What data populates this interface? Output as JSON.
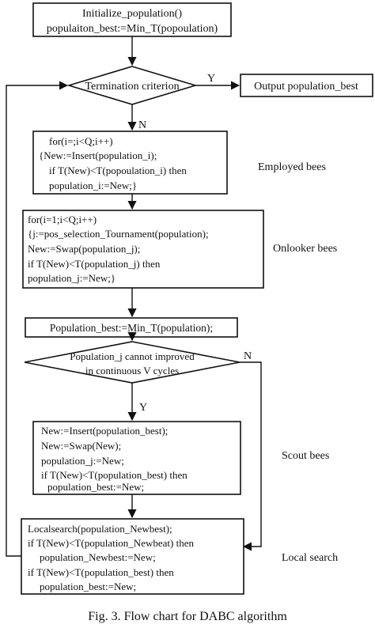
{
  "diagram": {
    "init_box": [
      "Initialize_population()",
      "populaiton_best:=Min_T(popoulation)"
    ],
    "termination_diamond": "Termination criterion",
    "output_box": "Output population_best",
    "label_y_top": "Y",
    "label_n_top": "N",
    "employed_box": [
      "for(i=;i<Q;i++)",
      "{New:=Insert(population_i);",
      "if T(New)<T(popoulation_i) then",
      "population_i:=New;}"
    ],
    "employed_label": "Employed bees",
    "onlooker_box": [
      "for(i=1;i<Q;i++)",
      "{j:=pos_selection_Tournament(population);",
      "New:=Swap(population_j);",
      "if T(New)<T(population_j) then",
      "population_j:=New;}"
    ],
    "onlooker_label": "Onlooker bees",
    "best_box": "Population_best:=Min_T(population);",
    "improve_diamond": [
      "Population_j cannot improved",
      "in continuous V cycles"
    ],
    "label_n_mid": "N",
    "label_y_mid": "Y",
    "scout_box": [
      "New:=Insert(population_best);",
      "New:=Swap(New);",
      "population_j:=New;",
      "if T(New)<T(population_best) then",
      "population_best:=New;"
    ],
    "scout_label": "Scout bees",
    "local_box": [
      "Localsearch(population_Newbest);",
      "if T(New)<T(population_Newbeat) then",
      "population_Newbest:=New;",
      "if T(New)<T(population_best) then",
      "population_best:=New;"
    ],
    "local_label": "Local search",
    "caption": "Fig. 3.    Flow chart for DABC algorithm"
  }
}
